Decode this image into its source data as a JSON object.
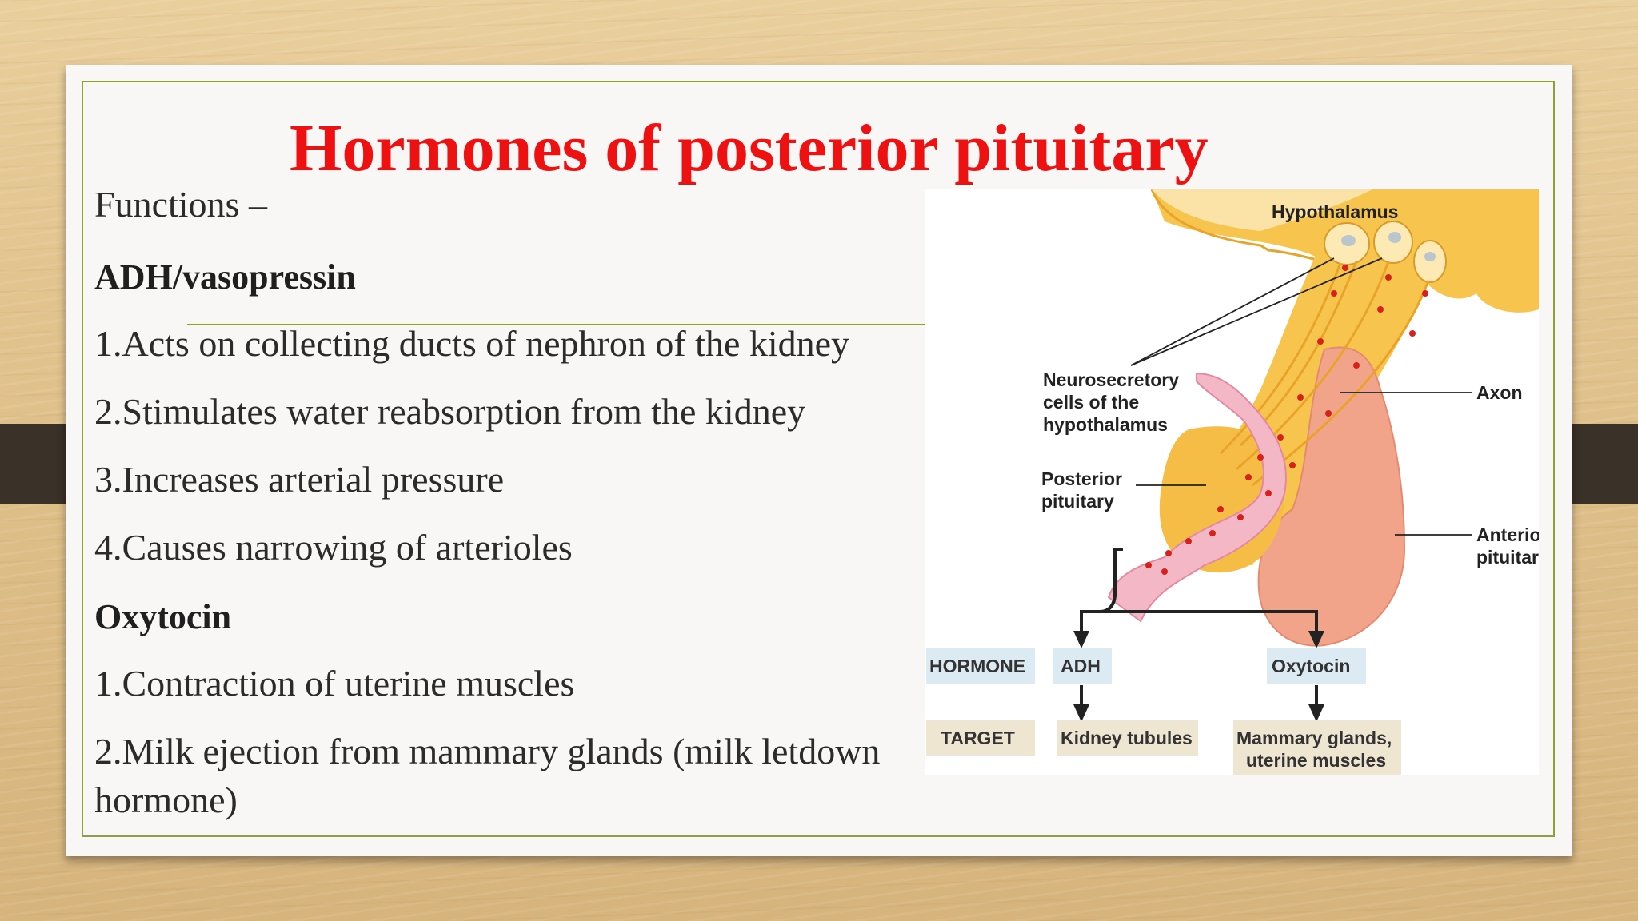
{
  "slide": {
    "title": "Hormones of posterior pituitary",
    "functions_heading": "Functions –",
    "adh": {
      "heading": "ADH/vasopressin",
      "items": [
        "1.Acts on collecting ducts of nephron of the kidney",
        "2.Stimulates water reabsorption from the kidney",
        "3.Increases arterial pressure",
        "4.Causes narrowing of arterioles"
      ]
    },
    "oxytocin": {
      "heading": "Oxytocin",
      "items": [
        "1.Contraction of uterine muscles",
        "2.Milk ejection from mammary glands (milk letdown",
        "hormone)"
      ]
    }
  },
  "diagram": {
    "labels": {
      "hypothalamus": "Hypothalamus",
      "neurosecretory_1": "Neurosecretory",
      "neurosecretory_2": "cells of the",
      "neurosecretory_3": "hypothalamus",
      "axon": "Axon",
      "posterior_1": "Posterior",
      "posterior_2": "pituitary",
      "anterior_1": "Anterior",
      "anterior_2": "pituitary"
    },
    "table": {
      "hormone_label": "HORMONE",
      "target_label": "TARGET",
      "hormone_1": "ADH",
      "hormone_2": "Oxytocin",
      "target_1": "Kidney tubules",
      "target_2_line1": "Mammary glands,",
      "target_2_line2": "uterine muscles"
    }
  },
  "colors": {
    "title": "#ee1111",
    "frame": "#8f9f3c",
    "hypothalamus": "#f7c54d",
    "anterior_pituitary": "#f2a48a",
    "vessel": "#f4b7c6",
    "dots": "#d8201c",
    "hormone_box": "#dcebf3",
    "target_box": "#efe6d2"
  }
}
